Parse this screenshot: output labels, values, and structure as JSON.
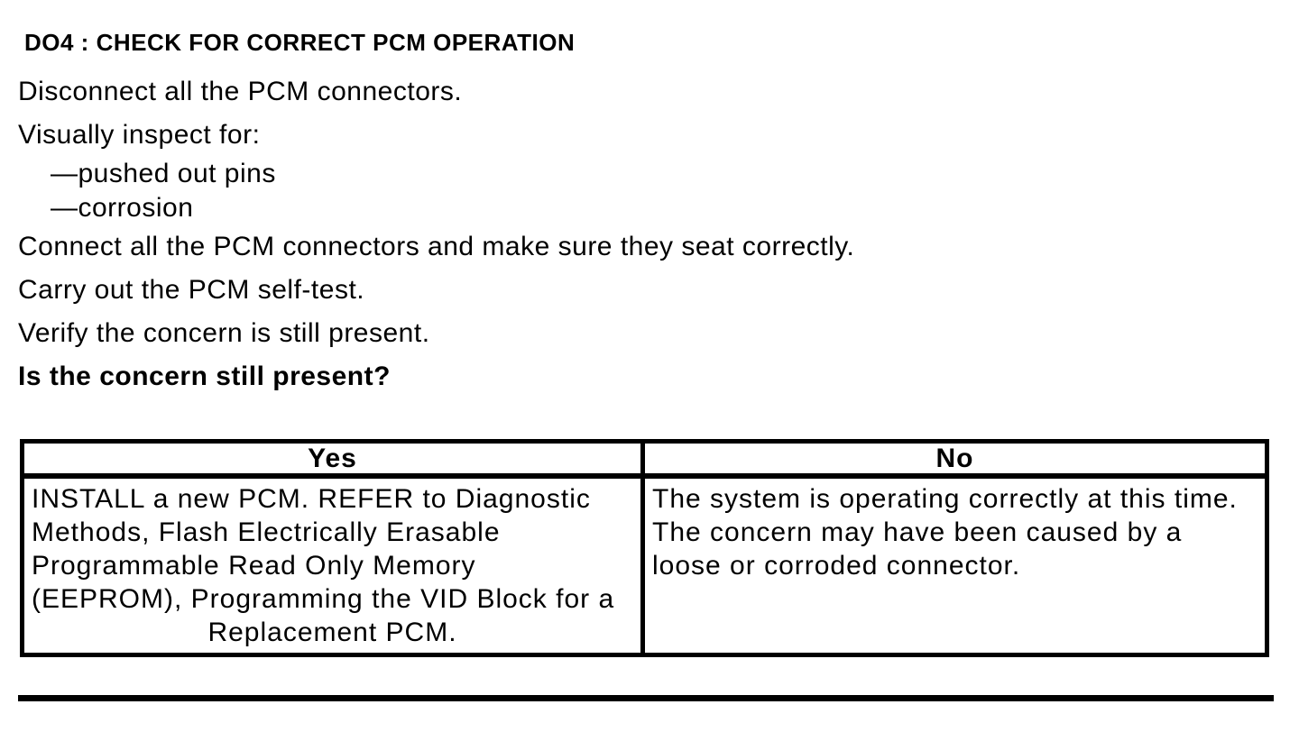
{
  "page": {
    "heading": "DO4 : CHECK FOR CORRECT PCM OPERATION",
    "instructions": [
      "Disconnect all the PCM connectors.",
      "Visually inspect for:",
      "—pushed out pins",
      "—corrosion",
      "Connect all the PCM connectors and make sure they seat correctly.",
      "Carry out the PCM self-test.",
      "Verify the concern is still present."
    ],
    "question": "Is the concern still present?",
    "table": {
      "headers": [
        "Yes",
        "No"
      ],
      "yes_lines": [
        "INSTALL a new PCM. REFER to Diagnostic",
        "Methods, Flash Electrically Erasable",
        "Programmable Read Only Memory",
        "(EEPROM), Programming the VID Block for a",
        "Replacement PCM."
      ],
      "no_lines": [
        "The system is operating correctly at this time.",
        "The concern may have been caused by a",
        "loose or corroded connector."
      ]
    },
    "colors": {
      "text": "#000000",
      "background": "#ffffff",
      "border": "#000000"
    }
  }
}
